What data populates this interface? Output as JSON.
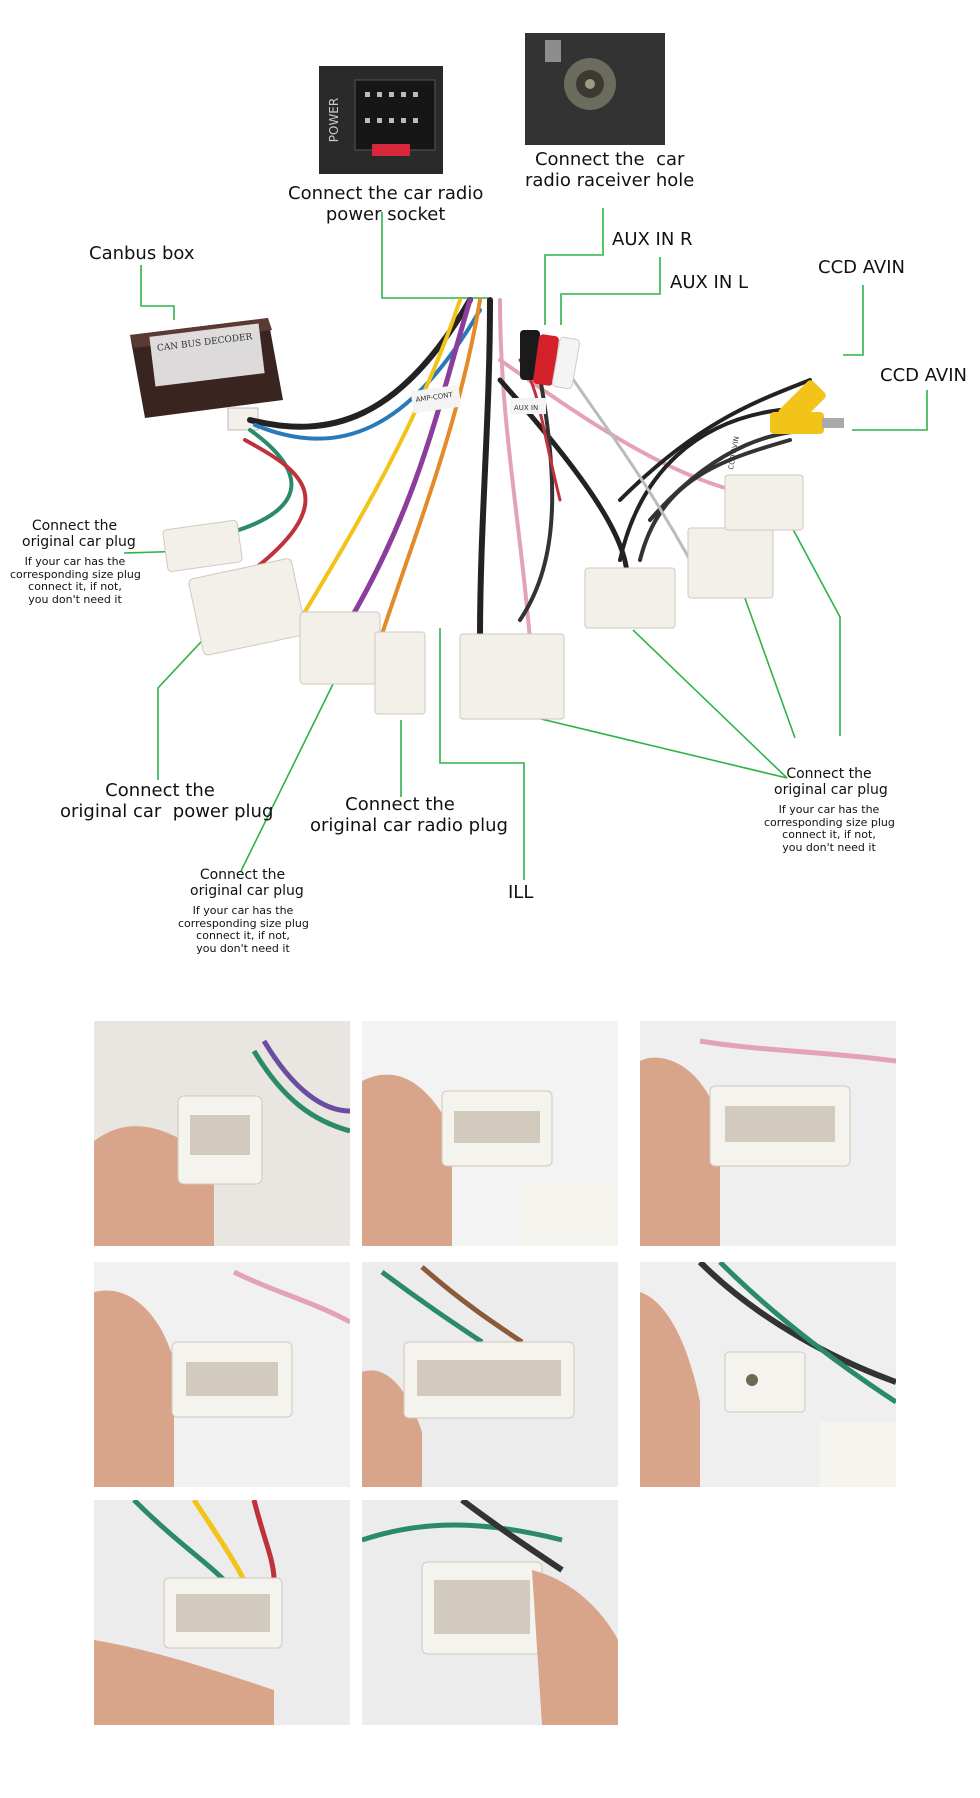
{
  "labels": {
    "car_radio_power_socket": "Connect the car radio\npower socket",
    "receiver_hole": "Connect the  car\nradio raceiver hole",
    "aux_in_r": "AUX IN R",
    "aux_in_l": "AUX IN L",
    "ccd_avin_1": "CCD AVIN",
    "ccd_avin_2": "CCD AVIN",
    "canbus_box": "Canbus box",
    "original_plug_left": {
      "title": "Connect the\noriginal car plug",
      "note": "If your car has the\ncorresponding size plug\nconnect it, if not,\nyou don't need it"
    },
    "power_plug": "Connect the\noriginal car  power plug",
    "original_plug_bottom_left": {
      "title": "Connect the\noriginal car plug",
      "note": "If your car has the\ncorresponding size plug\nconnect it, if not,\nyou don't need it"
    },
    "radio_plug": "Connect the\noriginal car radio plug",
    "ill": "ILL",
    "original_plug_right": {
      "title": "Connect the\noriginal car plug",
      "note": "If your car has the\ncorresponding size plug\nconnect it, if not,\nyou don't need it"
    }
  },
  "printed_text": {
    "power_inset": "POWER",
    "canbus_box_print": "CAN BUS DECODER",
    "tag_amp": "AMP-CONT",
    "tag_aux": "AUX IN",
    "tag_ccd": "CCD AVIN"
  },
  "colors": {
    "callout_line": "#2db34a",
    "connector_white": "#f3f0ea",
    "rca_red": "#d4202a",
    "rca_yellow": "#f2c318",
    "box_brown": "#3a2420"
  },
  "photos": [
    {
      "name": "photo-amp-connector"
    },
    {
      "name": "photo-connector-2"
    },
    {
      "name": "photo-connector-3"
    },
    {
      "name": "photo-connector-4"
    },
    {
      "name": "photo-connector-5"
    },
    {
      "name": "photo-connector-6"
    },
    {
      "name": "photo-connector-7"
    },
    {
      "name": "photo-connector-8"
    }
  ]
}
